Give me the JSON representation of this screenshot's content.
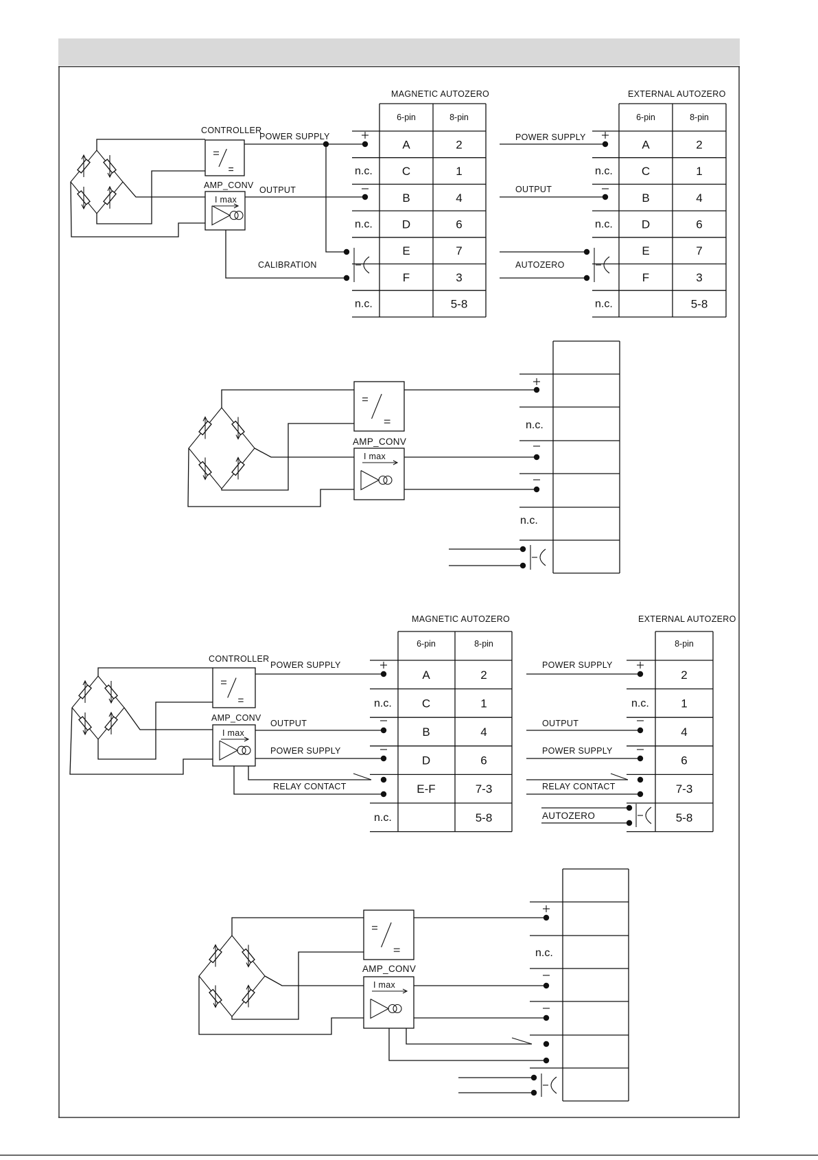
{
  "header_bar_color": "#d9d9d9",
  "diagram1": {
    "controller": "CONTROLLER",
    "amp_conv": "AMP_CONV",
    "imax": "I max",
    "power_supply": "POWER SUPPLY",
    "output": "OUTPUT",
    "calibration": "CALIBRATION",
    "magnetic_title": "MAGNETIC AUTOZERO",
    "external_title": "EXTERNAL AUTOZERO",
    "ext_power_supply": "POWER SUPPLY",
    "ext_output": "OUTPUT",
    "ext_autozero": "AUTOZERO",
    "col_6pin": "6-pin",
    "col_8pin": "8-pin",
    "magnetic_rows": [
      {
        "pin6": "A",
        "pin8": "2",
        "side": "+"
      },
      {
        "pin6": "C",
        "pin8": "1",
        "side": "n.c."
      },
      {
        "pin6": "B",
        "pin8": "4",
        "side": "−"
      },
      {
        "pin6": "D",
        "pin8": "6",
        "side": "n.c."
      },
      {
        "pin6": "E",
        "pin8": "7",
        "side": ""
      },
      {
        "pin6": "F",
        "pin8": "3",
        "side": ""
      },
      {
        "pin6": "",
        "pin8": "5-8",
        "side": "n.c."
      }
    ],
    "external_rows": [
      {
        "pin6": "A",
        "pin8": "2",
        "side": "+"
      },
      {
        "pin6": "C",
        "pin8": "1",
        "side": "n.c."
      },
      {
        "pin6": "B",
        "pin8": "4",
        "side": "−"
      },
      {
        "pin6": "D",
        "pin8": "6",
        "side": "n.c."
      },
      {
        "pin6": "E",
        "pin8": "7",
        "side": ""
      },
      {
        "pin6": "F",
        "pin8": "3",
        "side": ""
      },
      {
        "pin6": "",
        "pin8": "5-8",
        "side": "n.c."
      }
    ]
  },
  "diagram2": {
    "amp_conv": "AMP_CONV",
    "imax": "I max",
    "side_labels": [
      "",
      "+",
      "n.c.",
      "−",
      "−",
      "n.c.",
      ""
    ]
  },
  "diagram3": {
    "controller": "CONTROLLER",
    "amp_conv": "AMP_CONV",
    "imax": "I max",
    "power_supply": "POWER SUPPLY",
    "output": "OUTPUT",
    "power_supply2": "POWER SUPPLY",
    "relay_contact": "RELAY CONTACT",
    "magnetic_title": "MAGNETIC AUTOZERO",
    "external_title": "EXTERNAL AUTOZERO",
    "ext_power_supply": "POWER SUPPLY",
    "ext_output": "OUTPUT",
    "ext_power_supply2": "POWER SUPPLY",
    "ext_relay_contact": "RELAY CONTACT",
    "ext_autozero": "AUTOZERO",
    "col_6pin": "6-pin",
    "col_8pin": "8-pin",
    "magnetic_rows": [
      {
        "pin6": "A",
        "pin8": "2",
        "side": "+"
      },
      {
        "pin6": "C",
        "pin8": "1",
        "side": "n.c."
      },
      {
        "pin6": "B",
        "pin8": "4",
        "side": "−"
      },
      {
        "pin6": "D",
        "pin8": "6",
        "side": "−"
      },
      {
        "pin6": "E-F",
        "pin8": "7-3",
        "side": ""
      },
      {
        "pin6": "",
        "pin8": "5-8",
        "side": "n.c."
      }
    ],
    "external_rows": [
      {
        "pin8": "2",
        "side": "+"
      },
      {
        "pin8": "1",
        "side": "n.c."
      },
      {
        "pin8": "4",
        "side": "−"
      },
      {
        "pin8": "6",
        "side": "−"
      },
      {
        "pin8": "7-3",
        "side": ""
      },
      {
        "pin8": "5-8",
        "side": ""
      }
    ]
  },
  "diagram4": {
    "amp_conv": "AMP_CONV",
    "imax": "I max",
    "side_labels": [
      "",
      "+",
      "n.c.",
      "−",
      "−",
      "",
      ""
    ]
  }
}
